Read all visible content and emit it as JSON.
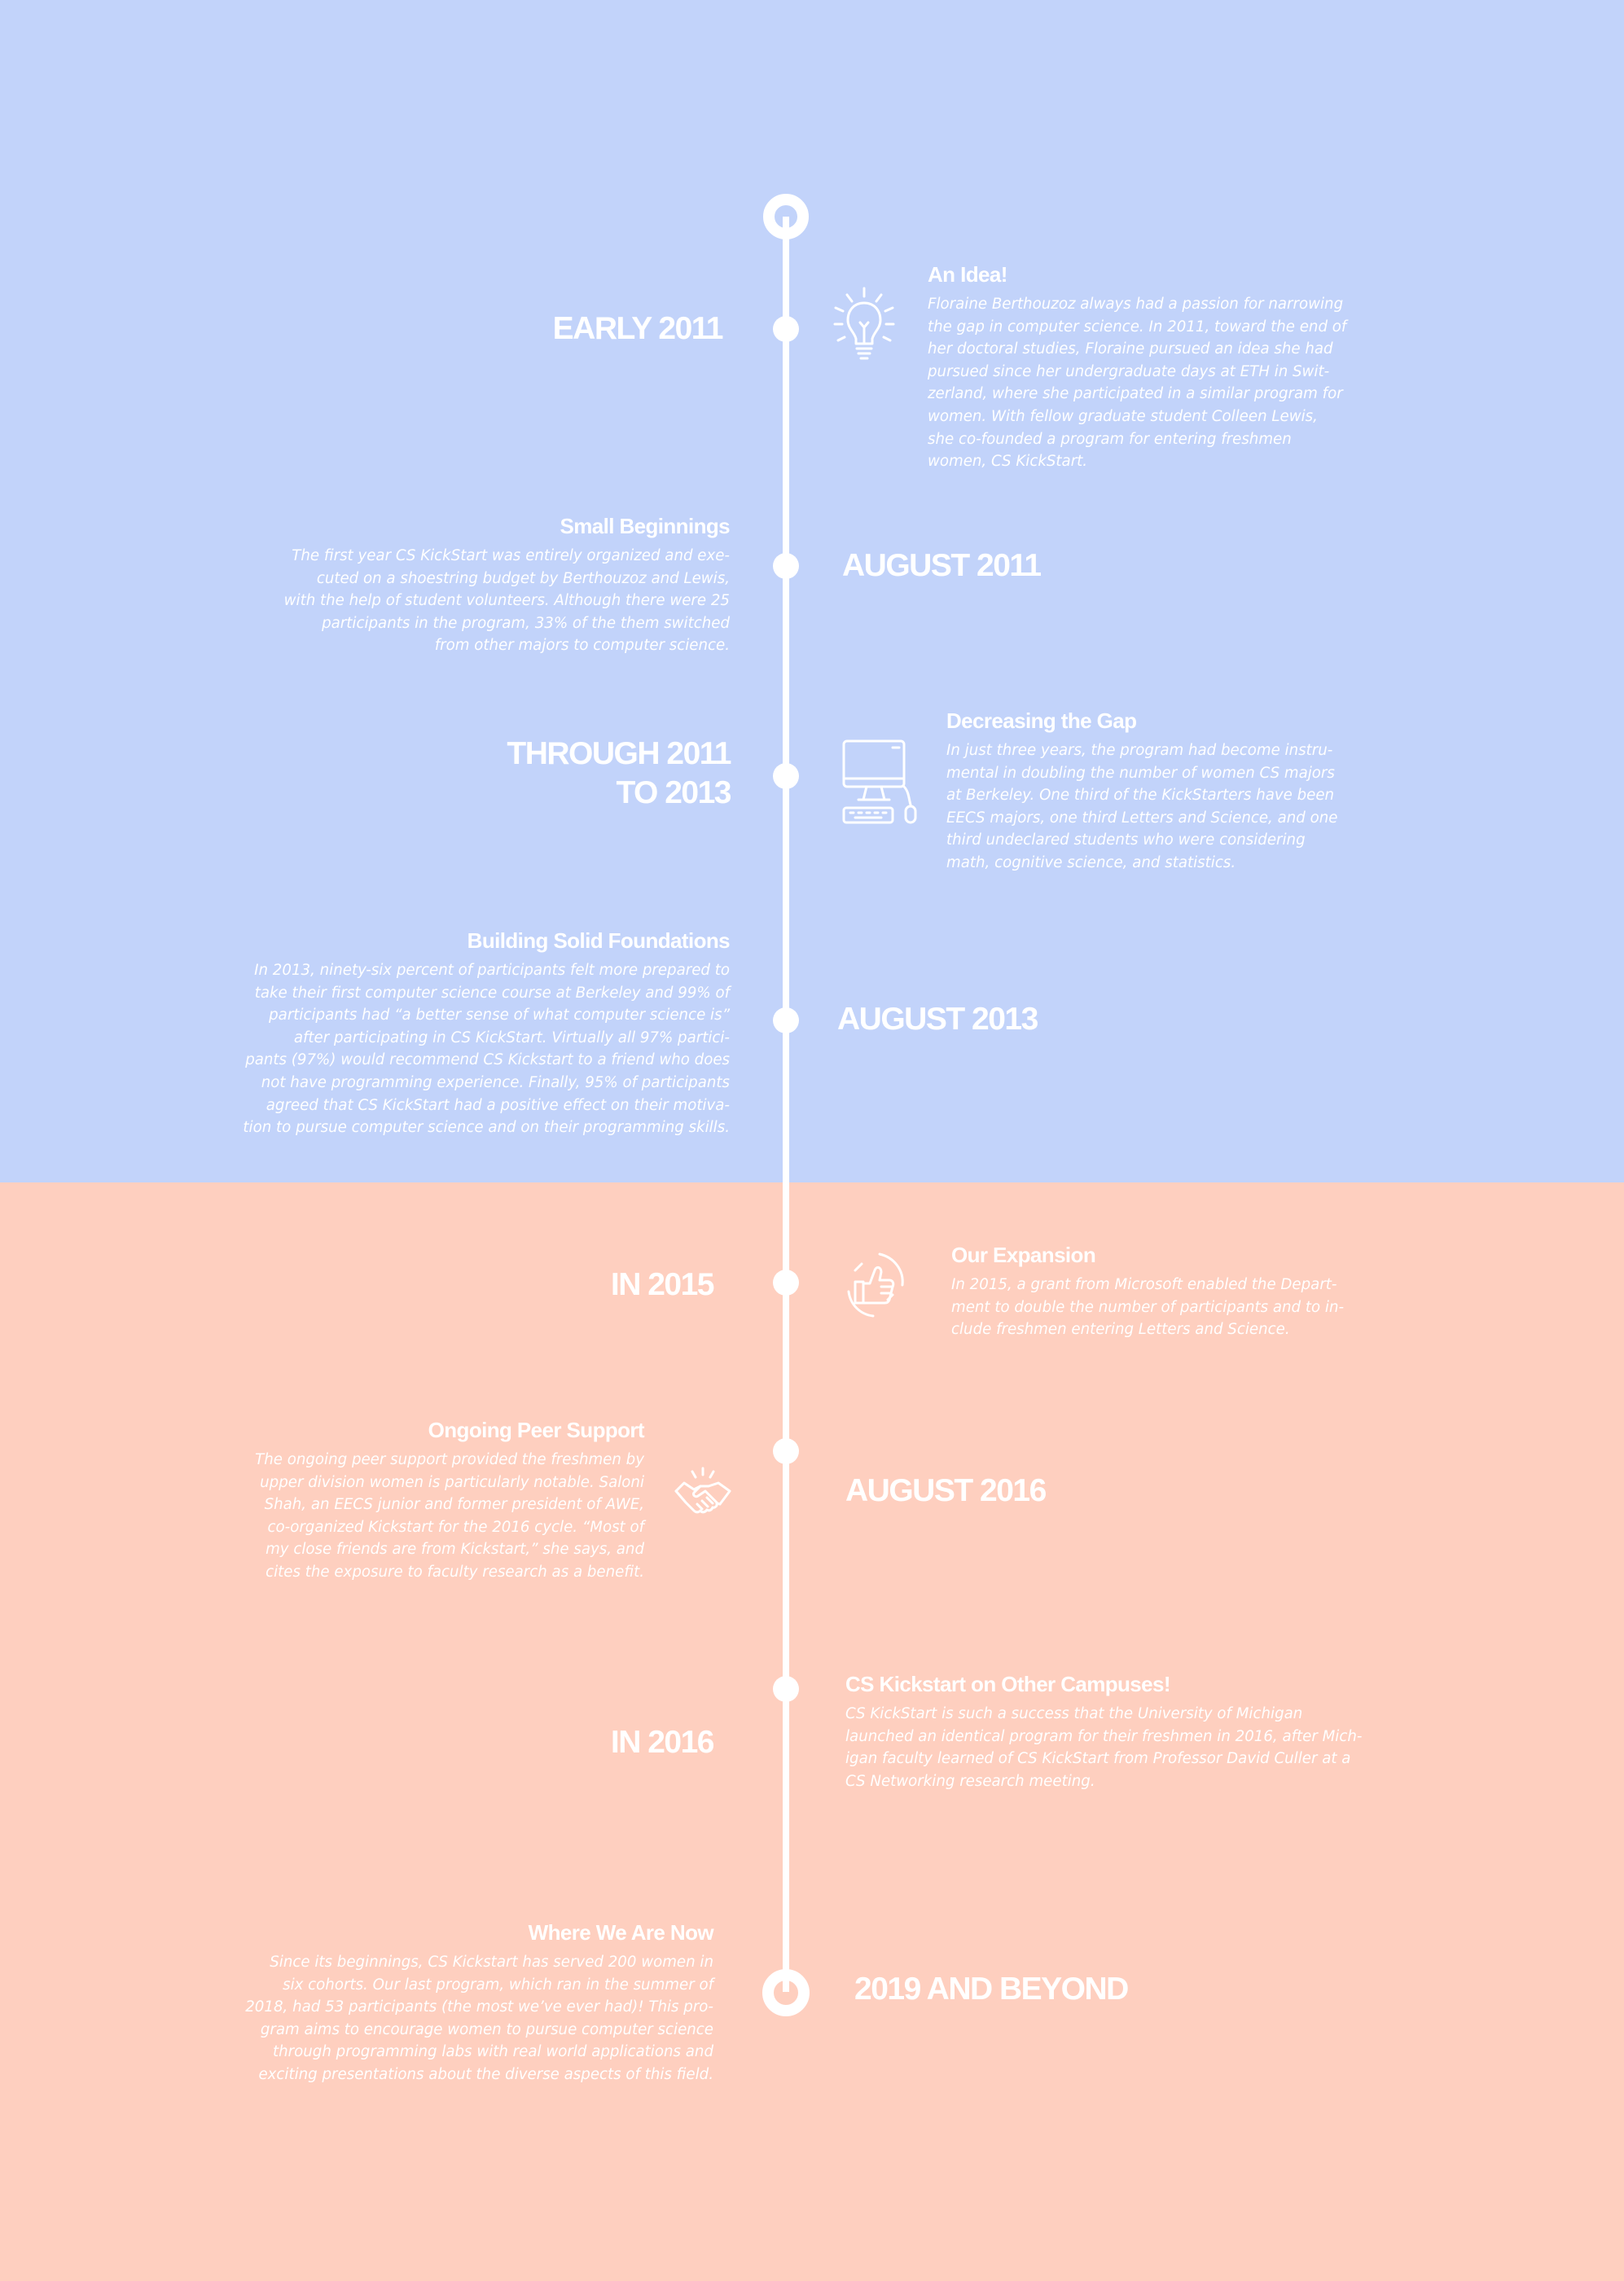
{
  "colors": {
    "top_background": "#c2d3fa",
    "bottom_background": "#fecfbf",
    "foreground": "#ffffff"
  },
  "milestones": [
    {
      "date": "EARLY 2011",
      "title": "An Idea!",
      "icon": "lightbulb-icon",
      "body": "Floraine Berthouzoz always had a passion for narrowing\nthe gap in computer science. In 2011, toward the end of\nher doctoral studies, Floraine pursued an idea she had\npursued since her undergraduate days at ETH in Swit-\nzerland, where she participated in a similar program for\nwomen.  With fellow graduate student Colleen Lewis,\nshe co-founded a program for entering freshmen\nwomen, CS KickStart."
    },
    {
      "date": "AUGUST 2011",
      "title": "Small Beginnings",
      "body": "The first year CS KickStart was entirely organized and exe-\ncuted on a shoestring budget by Berthouzoz  and Lewis,\nwith the help of student volunteers. Although there were 25\nparticipants in the program, 33% of the them switched\nfrom other majors to computer science."
    },
    {
      "date_line1": "THROUGH 2011",
      "date_line2": "TO 2013",
      "title": "Decreasing the Gap",
      "icon": "desktop-computer-icon",
      "body": "In just three years, the program had become instru-\nmental in doubling the number of women CS majors\nat Berkeley. One third of the KickStarters have been\nEECS majors, one third Letters and Science, and one\nthird undeclared students who were considering\nmath, cognitive science, and statistics."
    },
    {
      "date": "AUGUST 2013",
      "title": "Building Solid Foundations",
      "body": "In 2013, ninety-six percent of participants felt more prepared to\ntake their first computer science course at Berkeley and 99% of\nparticipants had “a better sense of what computer science is”\nafter participating in CS KickStart. Virtually all  97%  partici-\npants (97%) would recommend CS Kickstart to a friend who does\nnot have programming experience.  Finally, 95% of participants\nagreed that CS KickStart had a positive effect on their motiva-\ntion to pursue computer science and on their programming skills."
    },
    {
      "date": "IN 2015",
      "title": "Our Expansion",
      "icon": "thumbs-up-icon",
      "body": " In 2015, a grant from Microsoft enabled the Depart-\nment to double the number of participants and to in-\nclude freshmen entering Letters and Science."
    },
    {
      "date": "AUGUST 2016",
      "title": "Ongoing Peer Support",
      "icon": "handshake-icon",
      "body": "The ongoing peer support provided the freshmen by\nupper division women is particularly notable. Saloni\nShah, an EECS junior and former president of AWE,\nco-organized Kickstart for the 2016 cycle. “Most of\nmy close friends are from Kickstart,” she says, and\ncites the exposure to faculty research as a benefit."
    },
    {
      "date": "IN 2016",
      "title": "CS Kickstart on Other Campuses!",
      "body": "CS KickStart is such a success that the University of Michigan\nlaunched an identical program for their freshmen in 2016, after Mich-\nigan faculty learned of CS KickStart from Professor David Culler at a\nCS Networking research meeting."
    },
    {
      "date": "2019 AND BEYOND",
      "title": "Where We Are Now",
      "body": "Since its beginnings, CS Kickstart has served 200 women in\nsix cohorts. Our last program, which ran in the summer of\n2018, had 53 participants (the most we’ve ever had)! This pro-\ngram aims to encourage women to pursue computer science\nthrough programming labs with real world applications and\nexciting presentations about the diverse aspects of this field."
    }
  ]
}
